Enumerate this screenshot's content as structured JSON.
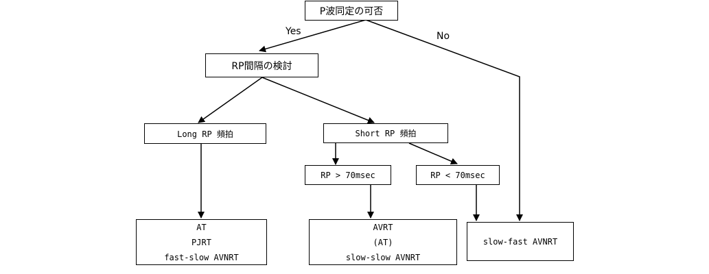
{
  "nodes": {
    "root": "P波同定の可否",
    "rp_interval": "RP間隔の検討",
    "long_rp": "Long RP 頻拍",
    "short_rp": "Short RP 頻拍",
    "rp_gt": "RP > 70msec",
    "rp_lt": "RP < 70msec",
    "leaf_long": [
      "AT",
      "PJRT",
      "fast-slow AVNRT"
    ],
    "leaf_gt": [
      "AVRT",
      "(AT)",
      "slow-slow AVNRT"
    ],
    "leaf_slowfast": [
      "slow-fast AVNRT"
    ]
  },
  "edge_labels": {
    "yes": "Yes",
    "no": "No"
  }
}
